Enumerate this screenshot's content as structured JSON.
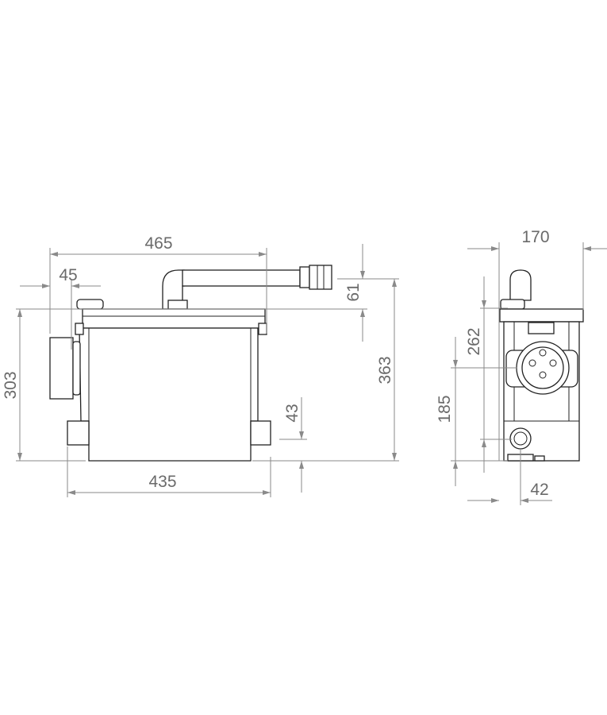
{
  "drawing": {
    "front_view": {
      "dimensions": {
        "overall_width": "465",
        "inlet_offset": "45",
        "height_to_lid": "303",
        "outlet_rise": "61",
        "overall_height": "363",
        "lower_inlet_height": "43",
        "base_width": "435"
      }
    },
    "side_view": {
      "dimensions": {
        "depth": "170",
        "height_262": "262",
        "inlet_center_height": "185",
        "bottom_inlet_offset": "42"
      }
    },
    "colors": {
      "outline": "#222222",
      "dimension": "#8a8a8a",
      "text": "#6a6a6a"
    }
  }
}
